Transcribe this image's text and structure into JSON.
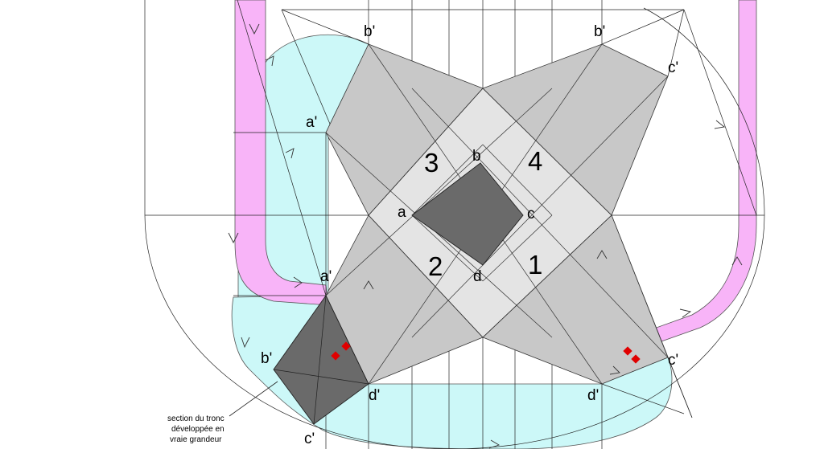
{
  "labels": {
    "a": "a",
    "b": "b",
    "c": "c",
    "d": "d",
    "a_prime": "a'",
    "b_prime": "b'",
    "c_prime": "c'",
    "d_prime": "d'"
  },
  "faces": {
    "one": "1",
    "two": "2",
    "three": "3",
    "four": "4"
  },
  "caption": {
    "line1": "section du tronc",
    "line2": "développée en",
    "line3": "vraie grandeur"
  },
  "colors": {
    "cyan": "#ccf8f8",
    "pink": "#f8b4f8",
    "grey_dark": "#6a6a6a",
    "grey_mid": "#c8c8c8",
    "grey_light": "#e4e4e4",
    "red_marker": "#e00000"
  }
}
